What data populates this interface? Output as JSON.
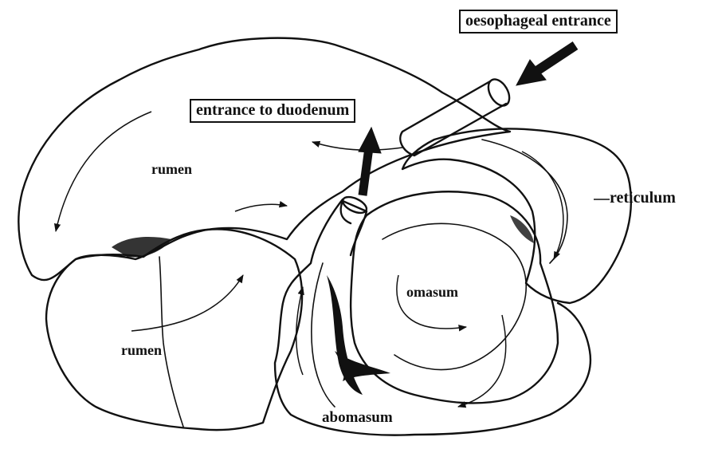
{
  "labels": {
    "oesophageal_entrance": "oesophageal entrance",
    "entrance_to_duodenum": "entrance to duodenum",
    "rumen_upper": "rumen",
    "rumen_lower": "rumen",
    "reticulum": "reticulum",
    "omasum": "omasum",
    "abomasum": "abomasum"
  },
  "colors": {
    "ink": "#111111",
    "background": "#ffffff"
  }
}
